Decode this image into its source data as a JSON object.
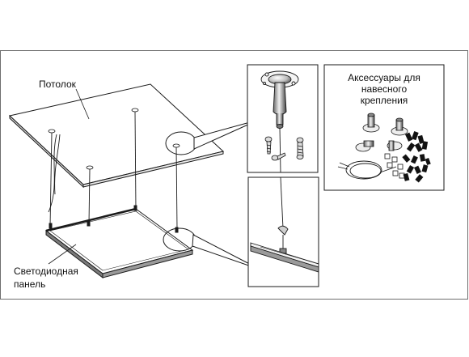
{
  "labels": {
    "ceiling": "Потолок",
    "panel_line1": "Светодиодная",
    "panel_line2": "панель",
    "accessories_line1": "Аксессуары для",
    "accessories_line2": "навесного",
    "accessories_line3": "крепления"
  },
  "colors": {
    "line": "#1a1a1a",
    "background": "#ffffff",
    "frame": "#6e6e6e"
  }
}
